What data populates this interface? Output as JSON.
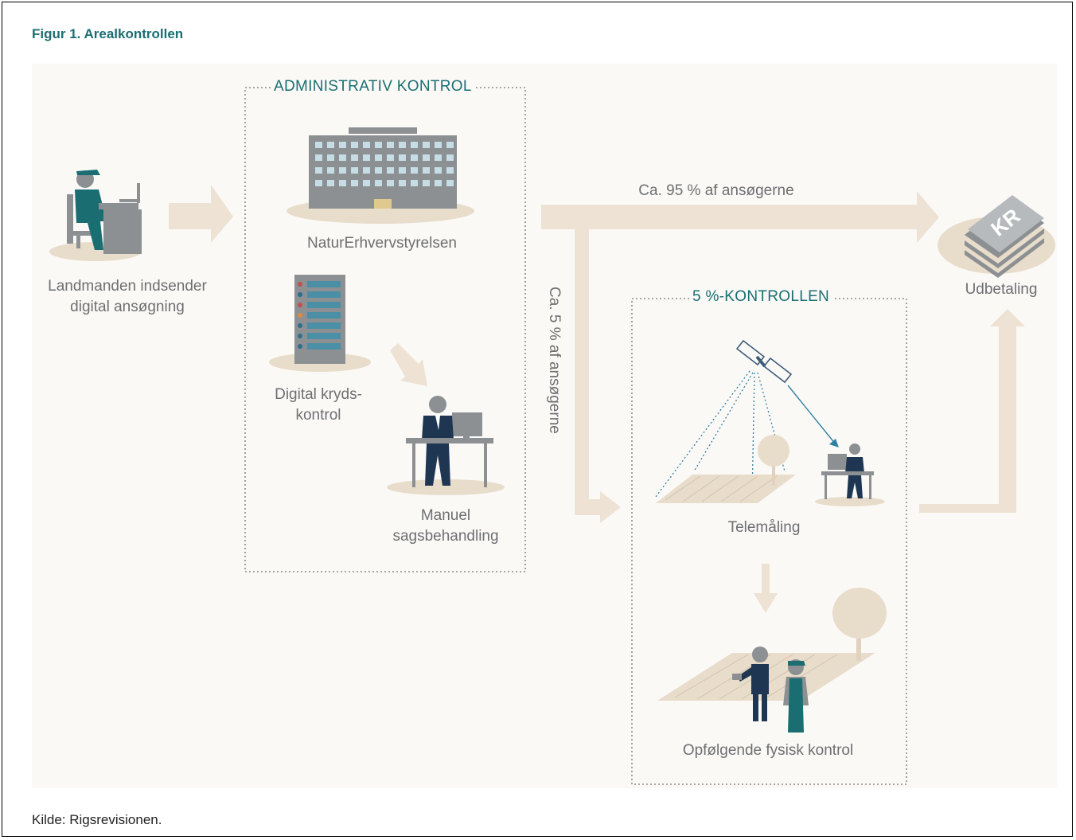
{
  "figure": {
    "title": "Figur 1. Arealkontrollen",
    "source": "Kilde:  Rigsrevisionen."
  },
  "boxes": {
    "admin_header": "ADMINISTRATIV KONTROL",
    "five_pct_header": "5 %-KONTROLLEN"
  },
  "labels": {
    "farmer": "Landmanden indsender\ndigital ansøgning",
    "agency": "NaturErhvervstyrelsen",
    "crosscheck": "Digital kryds-\nkontrol",
    "manual": "Manuel\nsagsbehandling",
    "remote": "Telemåling",
    "physical": "Opfølgende fysisk kontrol",
    "payout": "Udbetaling",
    "money_stack": "KR"
  },
  "flows": {
    "main": "Ca. 95 % af ansøgerne",
    "branch": "Ca. 5 % af ansøgerne"
  },
  "colors": {
    "teal": "#1a6e72",
    "arrow": "#ede2d3",
    "grey_text": "#6d6f71",
    "navy": "#1f3653",
    "figure_grey": "#8c9092",
    "shadow": "#e8dccb"
  }
}
